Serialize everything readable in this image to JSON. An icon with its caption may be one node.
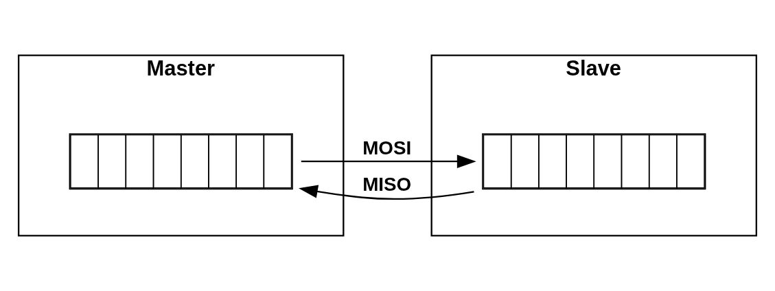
{
  "diagram": {
    "nodes": [
      {
        "text": [
          "Master"
        ]
      },
      {
        "text": [],
        "shape": "box",
        "in": 0
      },
      {
        "text": [
          "Slave"
        ]
      },
      {
        "text": [],
        "shape": "box",
        "in": 2
      }
    ],
    "edges": [
      {
        "from": 1,
        "to": 3,
        "arrow": "to",
        "label": "MOSI"
      },
      {
        "from": 3,
        "to": 1,
        "arrow": "to",
        "label": "MISO"
      }
    ]
  }
}
